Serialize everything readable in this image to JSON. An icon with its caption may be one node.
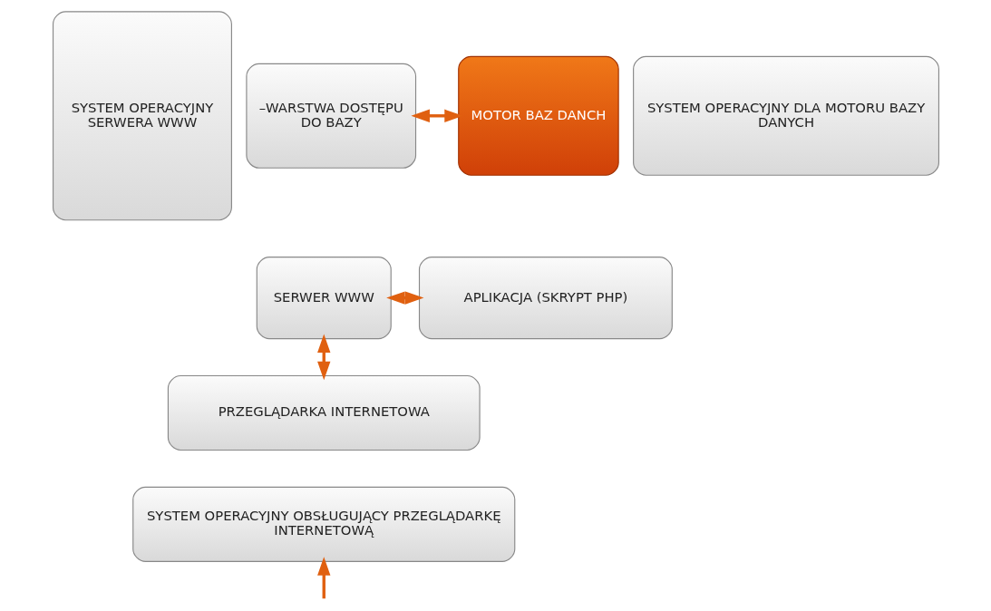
{
  "diagram": {
    "nodes": [
      {
        "text": [
          "SYSTEM OPERACYJNY SERWERA WWW"
        ]
      },
      {
        "text": [
          "–WARSTWA DOSTĘPU DO BAZY"
        ]
      },
      {
        "text": [
          "MOTOR BAZ DANCH"
        ]
      },
      {
        "text": [
          "SYSTEM OPERACYJNY DLA MOTORU BAZY DANYCH"
        ]
      },
      {
        "text": [
          "SERWER WWW"
        ]
      },
      {
        "text": [
          "APLIKACJA (SKRYPT PHP)"
        ]
      },
      {
        "text": [
          "PRZEGLĄDARKA INTERNETOWA"
        ]
      },
      {
        "text": [
          "SYSTEM OPERACYJNY OBSŁUGUJĄCY PRZEGLĄDARKĘ INTERNETOWĄ"
        ]
      }
    ],
    "edges": [
      {
        "from": 1,
        "to": 2,
        "arrow": "both"
      },
      {
        "from": 4,
        "to": 5,
        "arrow": "both"
      },
      {
        "from": 4,
        "to": 6,
        "arrow": "both"
      },
      {
        "from": null,
        "to": 7,
        "arrow": "to"
      }
    ]
  }
}
